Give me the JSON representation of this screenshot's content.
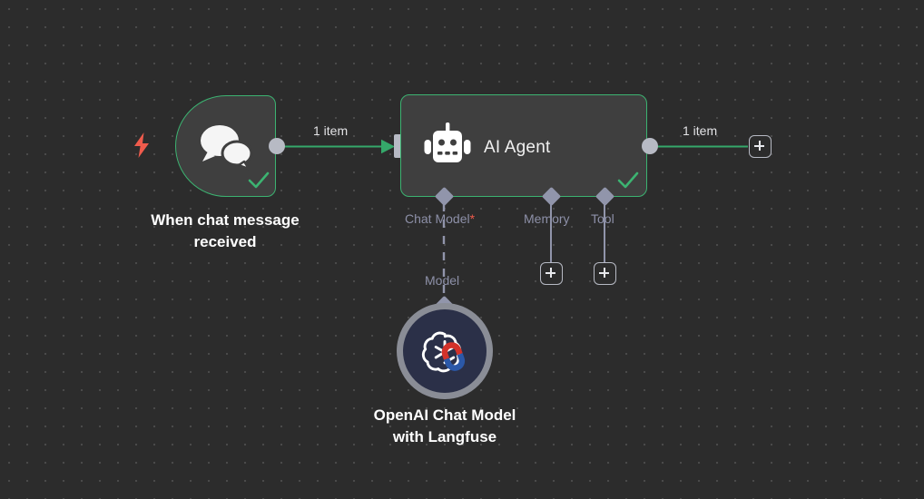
{
  "canvas": {
    "background_color": "#2c2c2c",
    "grid_dot_color": "#4a4a4a",
    "accent_success": "#3cb371",
    "accent_warning": "#ef5b4c",
    "port_color": "#b7bac4",
    "sub_port_color": "#9195ab",
    "sub_label_color": "#8d90a8"
  },
  "nodes": {
    "trigger": {
      "caption": "When chat message\nreceived",
      "icon": "chat-bubbles-icon",
      "status": "success",
      "trigger_icon": "lightning-bolt-icon"
    },
    "agent": {
      "title": "AI Agent",
      "icon": "robot-icon",
      "status": "success",
      "sub_ports": [
        {
          "label": "Chat Model",
          "required": true,
          "required_marker": "*"
        },
        {
          "label": "Memory",
          "required": false,
          "required_marker": ""
        },
        {
          "label": "Tool",
          "required": false,
          "required_marker": ""
        }
      ]
    },
    "model": {
      "caption": "OpenAI Chat Model\nwith Langfuse",
      "icon": "openai-langfuse-icon",
      "connection_label": "Model"
    }
  },
  "edges": {
    "trigger_to_agent_label": "1 item",
    "agent_to_next_label": "1 item"
  },
  "buttons": {
    "add_output_node": "+",
    "add_memory_node": "+",
    "add_tool_node": "+"
  }
}
